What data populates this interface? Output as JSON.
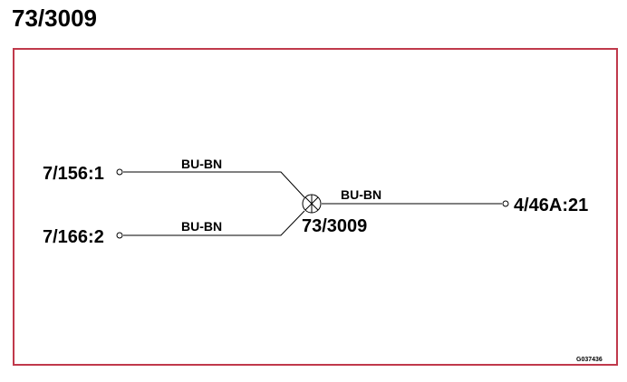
{
  "title": "73/3009",
  "diagram": {
    "connectors": {
      "left_top": "7/156:1",
      "left_bottom": "7/166:2",
      "right": "4/46A:21"
    },
    "splice": {
      "label": "73/3009",
      "symbol": "splice-point-icon"
    },
    "wires": {
      "top": "BU-BN",
      "bottom": "BU-BN",
      "right": "BU-BN"
    },
    "reference": "G037436"
  },
  "colors": {
    "frame_border": "#c0394b",
    "line": "#000000"
  }
}
